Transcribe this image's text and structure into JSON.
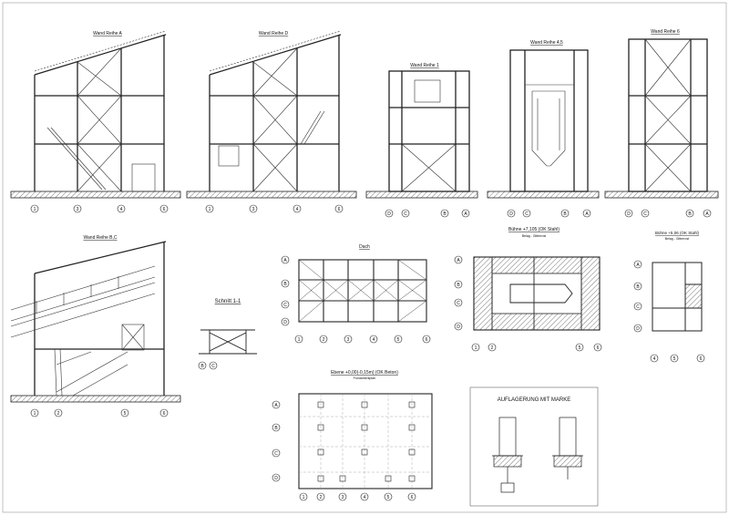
{
  "sheet": {
    "views": {
      "wand_a": {
        "title": "Wand Reihe A",
        "axes": [
          "1",
          "3",
          "4",
          "6"
        ]
      },
      "wand_d": {
        "title": "Wand Reihe D",
        "axes": [
          "1",
          "3",
          "4",
          "6"
        ]
      },
      "wand_1": {
        "title": "Wand Reihe 1",
        "axes": [
          "D",
          "C",
          "B",
          "A"
        ]
      },
      "wand_45": {
        "title": "Wand Reihe 4,5",
        "axes": [
          "D",
          "C",
          "B",
          "A"
        ]
      },
      "wand_6": {
        "title": "Wand Reihe 6",
        "axes": [
          "D",
          "C",
          "B",
          "A"
        ]
      },
      "wand_bc": {
        "title": "Wand Reihe B,C",
        "axes": [
          "1",
          "2",
          "5",
          "6"
        ]
      },
      "schnitt": {
        "title": "Schnitt 1-1",
        "axes": [
          "B",
          "C"
        ]
      },
      "dach": {
        "title": "Dach",
        "rows": [
          "A",
          "B",
          "C",
          "D"
        ],
        "cols": [
          "1",
          "2",
          "3",
          "4",
          "5",
          "6"
        ]
      },
      "buehne1": {
        "title": "Bühne +7,105 (OK Stahl)",
        "subtitle": "Belag - Gitterrost",
        "rows": [
          "A",
          "B",
          "C",
          "D"
        ],
        "cols": [
          "1",
          "2",
          "5",
          "6"
        ]
      },
      "buehne2": {
        "title": "Bühne +5,06 (OK Stahl)",
        "subtitle": "Belag - Gitterrost",
        "rows": [
          "A",
          "B",
          "C",
          "D"
        ],
        "cols": [
          "4",
          "5",
          "6"
        ]
      },
      "ebene": {
        "title": "Ebene +0,00(-0,15m) (OK Beton)",
        "subtitle": "Fundamentplan",
        "rows": [
          "A",
          "B",
          "C",
          "D"
        ],
        "cols": [
          "1",
          "2",
          "3",
          "4",
          "5",
          "6"
        ]
      },
      "auflagerung": {
        "title": "AUFLAGERUNG MIT MARKE"
      }
    }
  }
}
